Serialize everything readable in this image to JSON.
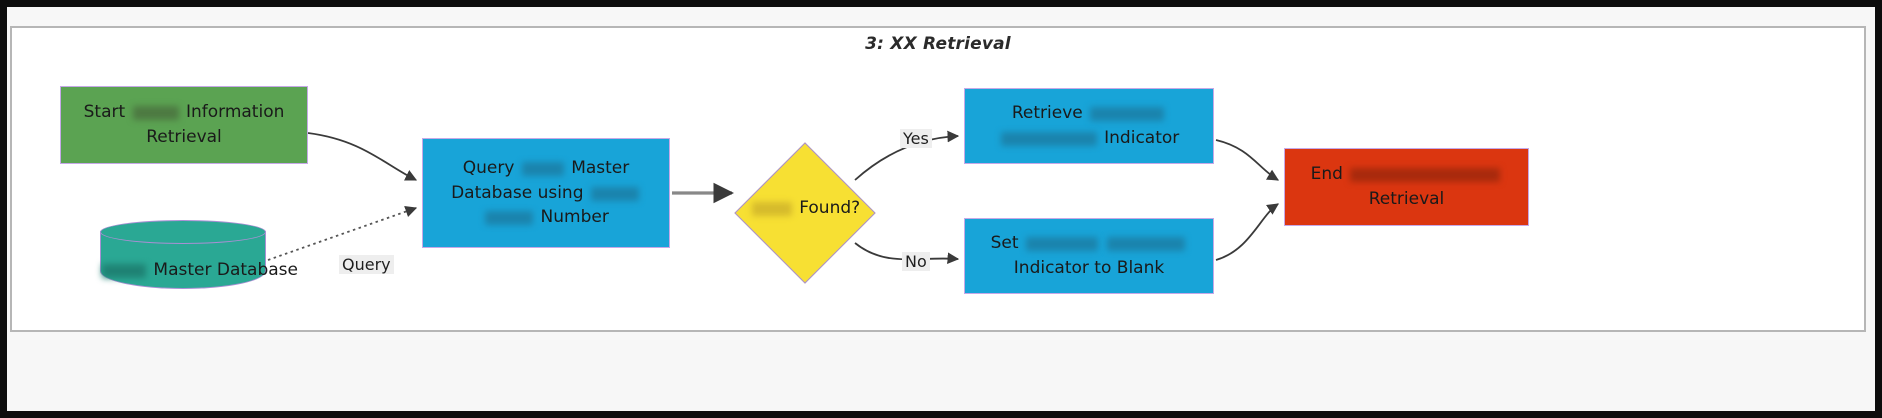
{
  "diagram": {
    "title": "3: XX Retrieval",
    "frame_border_color": "#b6b6b6",
    "background": "#ffffff",
    "nodes": [
      {
        "id": "start",
        "shape": "rectangle",
        "color": "#5ba352",
        "line1_before": "Start",
        "line1_redacted": true,
        "line1_after": "Information",
        "line2": "Retrieval"
      },
      {
        "id": "database",
        "shape": "cylinder",
        "color": "#2aa894",
        "label_redacted": true,
        "label_after": "Master Database"
      },
      {
        "id": "query",
        "shape": "rectangle",
        "color": "#18a4d8",
        "line1_before": "Query",
        "line1_after": "Master",
        "line2_before": "Database using",
        "line3_after": "Number"
      },
      {
        "id": "decision",
        "shape": "diamond",
        "color": "#f7e033",
        "label_after": "Found?"
      },
      {
        "id": "retrieve",
        "shape": "rectangle",
        "color": "#18a4d8",
        "line1_before": "Retrieve",
        "line2_after": "Indicator"
      },
      {
        "id": "set_blank",
        "shape": "rectangle",
        "color": "#18a4d8",
        "line1_before": "Set",
        "line2": "Indicator to Blank"
      },
      {
        "id": "end",
        "shape": "rectangle",
        "color": "#db3610",
        "line1_before": "End",
        "line2": "Retrieval"
      }
    ],
    "edge_labels": {
      "yes": "Yes",
      "no": "No",
      "query": "Query"
    }
  }
}
